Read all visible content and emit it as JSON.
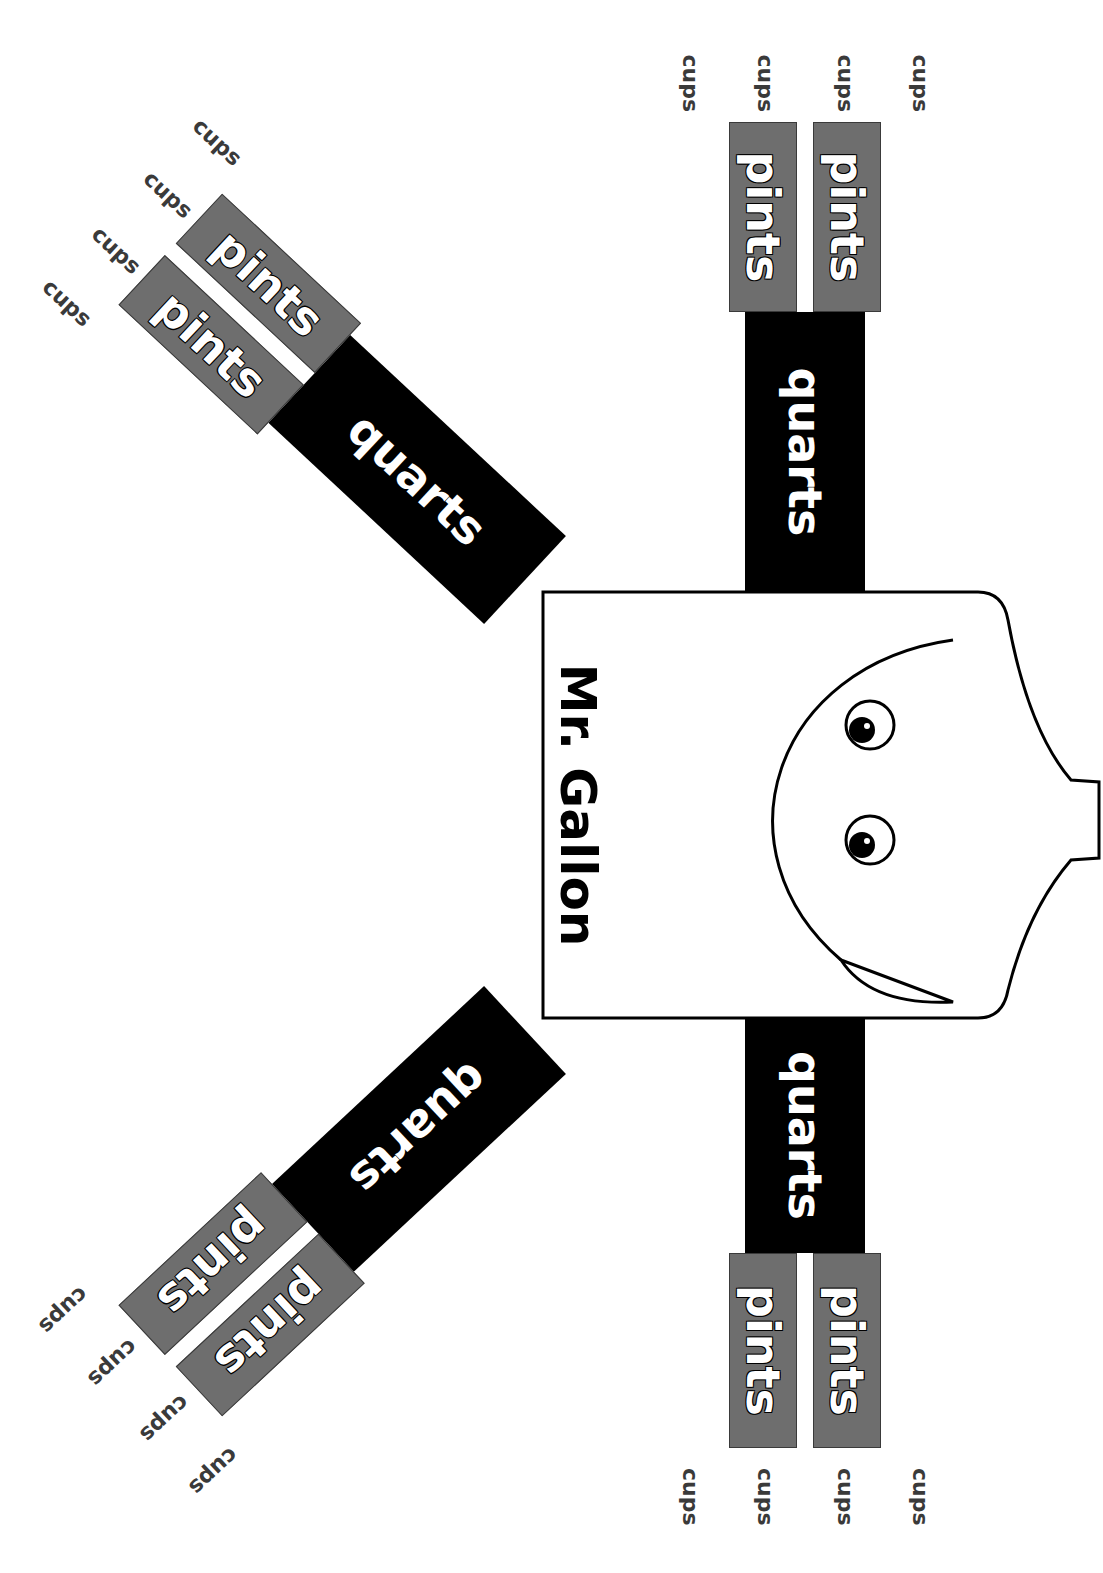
{
  "diagram": {
    "nodes": [
      {
        "text": [
          "Mr. Gallon"
        ]
      },
      {
        "text": [
          "quarts"
        ]
      },
      {
        "text": [
          "pints"
        ]
      },
      {
        "text": [
          "pints"
        ]
      },
      {
        "text": [
          "quarts"
        ]
      },
      {
        "text": [
          "pints"
        ]
      },
      {
        "text": [
          "pints"
        ]
      },
      {
        "text": [
          "quarts"
        ]
      },
      {
        "text": [
          "pints"
        ]
      },
      {
        "text": [
          "pints"
        ]
      },
      {
        "text": [
          "quarts"
        ]
      },
      {
        "text": [
          "pints"
        ]
      },
      {
        "text": [
          "pints"
        ]
      }
    ],
    "labels": [
      "cups",
      "cups",
      "cups",
      "cups",
      "cups",
      "cups",
      "cups",
      "cups",
      "cups",
      "cups",
      "cups",
      "cups",
      "cups",
      "cups",
      "cups",
      "cups"
    ]
  }
}
